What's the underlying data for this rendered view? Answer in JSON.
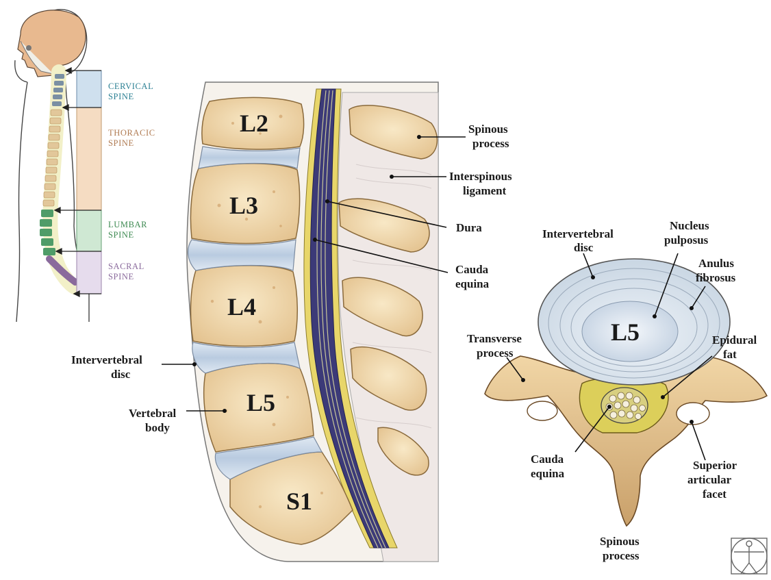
{
  "colors": {
    "cervical": "#2a7f93",
    "thoracic": "#b07b52",
    "lumbar": "#3e8a52",
    "sacral": "#8a6a9c",
    "bone": "#f3ddb3",
    "disc": "#c7d6e6",
    "dura": "#3c3a78"
  },
  "icons": {
    "logo": "vitruvian-man-logo"
  },
  "regions": [
    {
      "line1": "CERVICAL",
      "line2": "SPINE"
    },
    {
      "line1": "THORACIC",
      "line2": "SPINE"
    },
    {
      "line1": "LUMBAR",
      "line2": "SPINE"
    },
    {
      "line1": "SACRAL",
      "line2": "SPINE"
    }
  ],
  "vertebrae": [
    "L2",
    "L3",
    "L4",
    "L5",
    "S1"
  ],
  "sagittal_labels": {
    "spinous_process": [
      "Spinous",
      "process"
    ],
    "interspinous_ligament": [
      "Interspinous",
      "ligament"
    ],
    "dura": [
      "Dura"
    ],
    "cauda_equina": [
      "Cauda",
      "equina"
    ],
    "intervertebral_disc": [
      "Intervertebral",
      "disc"
    ],
    "vertebral_body": [
      "Vertebral",
      "body"
    ]
  },
  "axial": {
    "vertebra": "L5",
    "labels": {
      "intervertebral_disc": [
        "Intervertebral",
        "disc"
      ],
      "nucleus_pulposus": [
        "Nucleus",
        "pulposus"
      ],
      "anulus_fibrosus": [
        "Anulus",
        "fibrosus"
      ],
      "transverse_process": [
        "Transverse",
        "process"
      ],
      "epidural_fat": [
        "Epidural",
        "fat"
      ],
      "cauda_equina": [
        "Cauda",
        "equina"
      ],
      "superior_articular_facet": [
        "Superior",
        "articular",
        "facet"
      ],
      "spinous_process": [
        "Spinous",
        "process"
      ]
    }
  }
}
